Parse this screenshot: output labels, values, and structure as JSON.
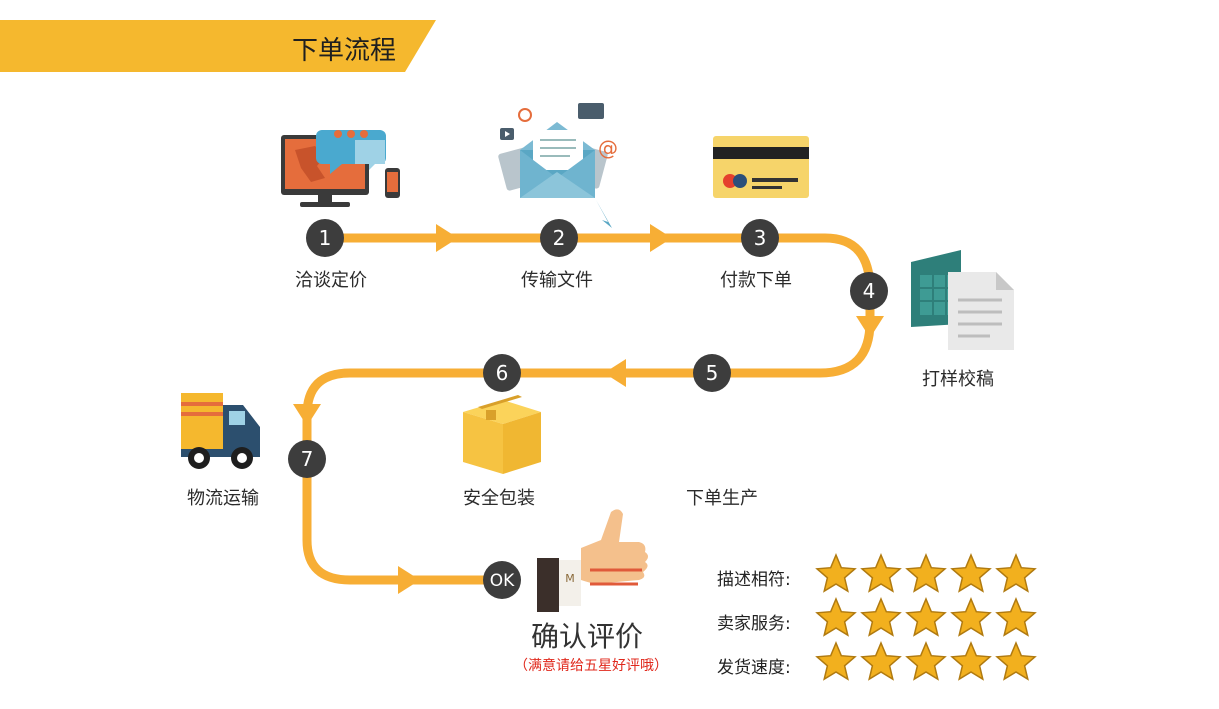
{
  "banner": {
    "title": "下单流程",
    "color": "#f5b82e"
  },
  "colors": {
    "path": "#f7ae35",
    "step_circle": "#3d3d3d",
    "star": "#f2b01e"
  },
  "steps": [
    {
      "number": "1",
      "label": "洽谈定价",
      "icon": "monitor-chat-icon"
    },
    {
      "number": "2",
      "label": "传输文件",
      "icon": "envelope-icon"
    },
    {
      "number": "3",
      "label": "付款下单",
      "icon": "credit-card-icon"
    },
    {
      "number": "4",
      "label": "打样校稿",
      "icon": "documents-icon"
    },
    {
      "number": "5",
      "label": "下单生产",
      "icon": ""
    },
    {
      "number": "6",
      "label": "安全包装",
      "icon": "box-icon"
    },
    {
      "number": "7",
      "label": "物流运输",
      "icon": "truck-icon"
    },
    {
      "number": "OK",
      "label": "确认评价",
      "icon": "thumbs-up-icon"
    }
  ],
  "confirm_note": "（满意请给五星好评哦）",
  "ratings": [
    {
      "label": "描述相符:",
      "stars": 5
    },
    {
      "label": "卖家服务:",
      "stars": 5
    },
    {
      "label": "发货速度:",
      "stars": 5
    }
  ]
}
